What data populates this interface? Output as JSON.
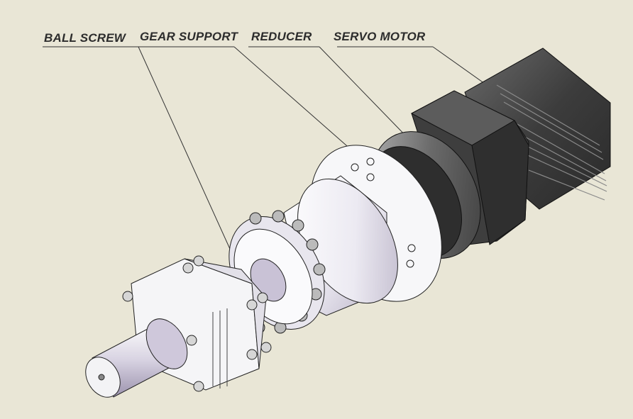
{
  "labels": {
    "ball_screw": "BALL SCREW",
    "gear_support": "GEAR SUPPORT",
    "reducer": "REDUCER",
    "servo_motor": "SERVO MOTOR"
  },
  "colors": {
    "background": "#e9e6d6",
    "line": "#1a1a1a",
    "motor_body": "#4a4a4a",
    "metal_light": "#f2f2f4"
  }
}
